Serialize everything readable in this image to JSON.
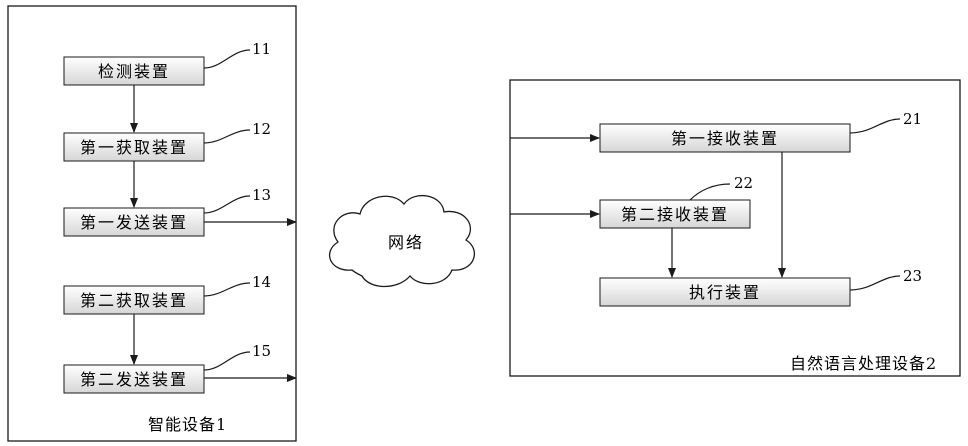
{
  "device1": {
    "caption": "智能设备1",
    "modules": [
      {
        "label": "检测装置",
        "ref": "11"
      },
      {
        "label": "第一获取装置",
        "ref": "12"
      },
      {
        "label": "第一发送装置",
        "ref": "13"
      },
      {
        "label": "第二获取装置",
        "ref": "14"
      },
      {
        "label": "第二发送装置",
        "ref": "15"
      }
    ]
  },
  "network": {
    "label": "网络"
  },
  "device2": {
    "caption": "自然语言处理设备2",
    "modules": [
      {
        "label": "第一接收装置",
        "ref": "21"
      },
      {
        "label": "第二接收装置",
        "ref": "22"
      },
      {
        "label": "执行装置",
        "ref": "23"
      }
    ]
  },
  "colors": {
    "box_fill_top": "#ffffff",
    "box_fill_bottom": "#d9d9d9",
    "line": "#1a1a1a"
  }
}
